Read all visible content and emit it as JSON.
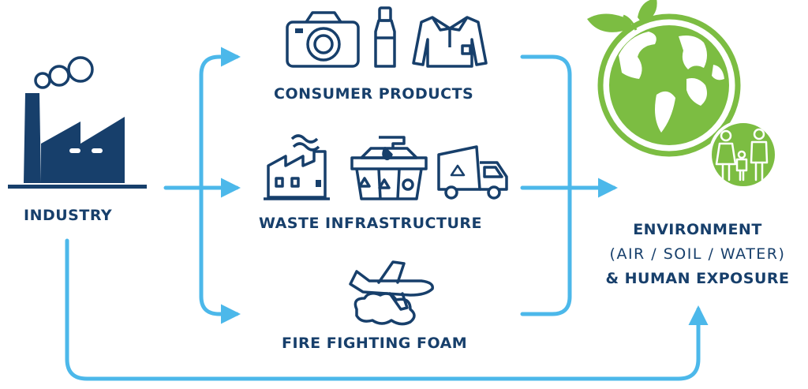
{
  "colors": {
    "navy": "#173f6b",
    "arrow_blue": "#4cb8ea",
    "earth_green": "#7cbd42",
    "ocean_white": "#ffffff"
  },
  "nodes": {
    "industry": {
      "label": "INDUSTRY",
      "icon": "factory-icon"
    },
    "consumer_products": {
      "label": "CONSUMER PRODUCTS",
      "icons": [
        "camera-icon",
        "bottle-icon",
        "shirt-icon"
      ]
    },
    "waste_infrastructure": {
      "label": "WASTE INFRASTRUCTURE",
      "icons": [
        "waste-plant-icon",
        "recycling-bins-icon",
        "recycling-truck-icon"
      ]
    },
    "fire_fighting_foam": {
      "label": "FIRE FIGHTING FOAM",
      "icon": "airplane-foam-icon"
    },
    "environment": {
      "line1": "ENVIRONMENT",
      "line2": "(AIR / SOIL / WATER)",
      "line3": "& HUMAN EXPOSURE",
      "icons": [
        "globe-leaf-icon",
        "family-icon"
      ]
    }
  },
  "edges": [
    {
      "from": "INDUSTRY",
      "to": "CONSUMER PRODUCTS"
    },
    {
      "from": "INDUSTRY",
      "to": "WASTE INFRASTRUCTURE"
    },
    {
      "from": "INDUSTRY",
      "to": "FIRE FIGHTING FOAM"
    },
    {
      "from": "CONSUMER PRODUCTS",
      "to": "ENVIRONMENT"
    },
    {
      "from": "WASTE INFRASTRUCTURE",
      "to": "ENVIRONMENT"
    },
    {
      "from": "FIRE FIGHTING FOAM",
      "to": "ENVIRONMENT"
    },
    {
      "from": "INDUSTRY",
      "to": "ENVIRONMENT"
    }
  ]
}
